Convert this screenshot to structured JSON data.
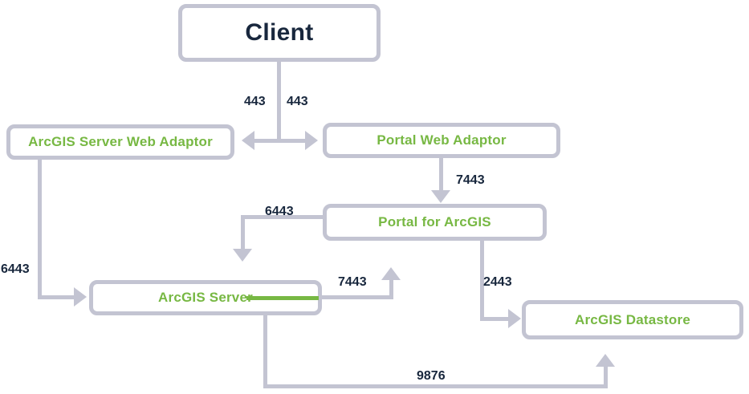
{
  "diagram": {
    "description": "ArcGIS Enterprise components and ports flow diagram",
    "colors": {
      "node_border": "#c3c4d2",
      "connector": "#c3c4d2",
      "node_label_green": "#77b843",
      "client_label_navy": "#18273d",
      "port_label_navy": "#18273d",
      "server_inline_rule_green": "#77b843"
    },
    "nodes": [
      {
        "id": "client",
        "label": "Client"
      },
      {
        "id": "arcgis-server-web-adaptor",
        "label": "ArcGIS Server Web Adaptor"
      },
      {
        "id": "portal-web-adaptor",
        "label": "Portal Web Adaptor"
      },
      {
        "id": "portal-for-arcgis",
        "label": "Portal for ArcGIS"
      },
      {
        "id": "arcgis-server",
        "label": "ArcGIS Server"
      },
      {
        "id": "arcgis-datastore",
        "label": "ArcGIS Datastore"
      }
    ],
    "edges": [
      {
        "from": "client",
        "to": "arcgis-server-web-adaptor",
        "port": "443"
      },
      {
        "from": "client",
        "to": "portal-web-adaptor",
        "port": "443"
      },
      {
        "from": "portal-web-adaptor",
        "to": "portal-for-arcgis",
        "port": "7443"
      },
      {
        "from": "portal-for-arcgis",
        "to": "arcgis-server",
        "port": "6443"
      },
      {
        "from": "arcgis-server-web-adaptor",
        "to": "arcgis-server",
        "port": "6443"
      },
      {
        "from": "arcgis-server",
        "to": "portal-for-arcgis",
        "port": "7443"
      },
      {
        "from": "portal-for-arcgis",
        "to": "arcgis-datastore",
        "port": "2443"
      },
      {
        "from": "arcgis-server",
        "to": "arcgis-datastore",
        "port": "9876"
      }
    ]
  }
}
